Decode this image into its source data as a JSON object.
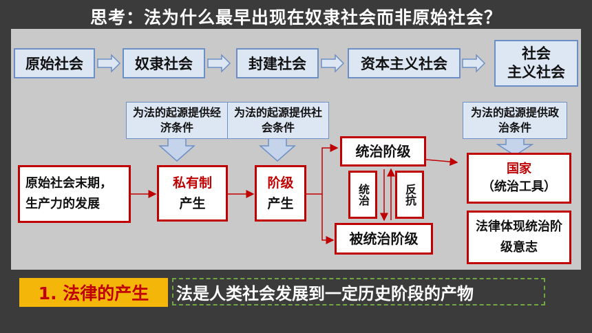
{
  "title": "思考：法为什么最早出现在奴隶社会而非原始社会？",
  "stages": [
    "原始社会",
    "奴隶社会",
    "封建社会",
    "资本主义社会",
    "社会\n主义社会"
  ],
  "callouts": {
    "economic": "为法的起源提供经济条件",
    "social": "为法的起源提供社会条件",
    "political": "为法的起源提供政治条件"
  },
  "flow": {
    "start": "原始社会末期，生产力的发展",
    "private_title": "私有制",
    "private_sub": "产生",
    "class_title": "阶级",
    "class_sub": "产生",
    "ruling": "统治阶级",
    "ruled": "被统治阶级",
    "rule_label": "统治",
    "resist_label": "反抗",
    "state_title": "国家",
    "state_sub": "（统治工具）",
    "law": "法律体现统治阶级意志"
  },
  "bottom": {
    "heading": "1. 法律的产生",
    "statement": "法是人类社会发展到一定历史阶段的产物"
  }
}
